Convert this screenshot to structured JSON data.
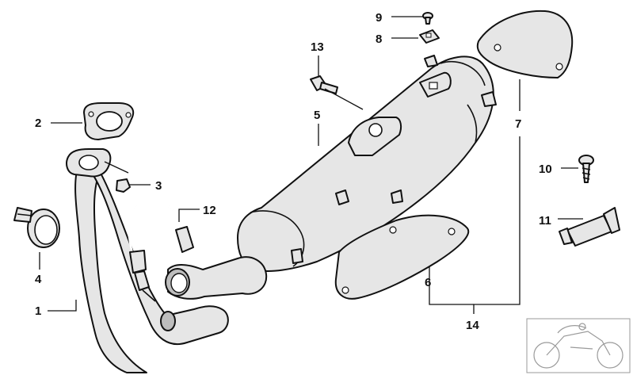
{
  "callouts": {
    "c1": "1",
    "c2": "2",
    "c3": "3",
    "c4": "4",
    "c5": "5",
    "c6": "6",
    "c7": "7",
    "c8": "8",
    "c9": "9",
    "c10": "10",
    "c11": "11",
    "c12": "12",
    "c13": "13",
    "c14": "14"
  },
  "colors": {
    "line": "#111111",
    "part_fill": "#e6e6e6",
    "shade_fill": "#bdbdbd",
    "thumbnail_line": "#9a9a9a",
    "background": "#ffffff"
  }
}
